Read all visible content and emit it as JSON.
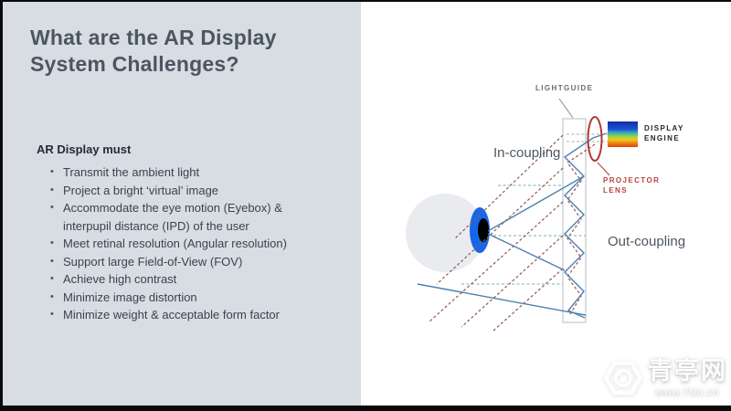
{
  "slide": {
    "title": "What are the AR Display System Challenges?",
    "list_header": "AR Display must",
    "bullets": [
      "Transmit the ambient light",
      "Project a bright ‘virtual’ image",
      "Accommodate the eye motion (Eyebox) & interpupil distance (IPD) of the user",
      "Meet retinal resolution (Angular resolution)",
      "Support large Field-of-View (FOV)",
      "Achieve high contrast",
      "Minimize image distortion",
      "Minimize weight & acceptable form factor"
    ]
  },
  "diagram": {
    "lightguide_label": "LIGHTGUIDE",
    "display_engine_label": "DISPLAY ENGINE",
    "projector_lens_label": "PROJECTOR LENS",
    "in_coupling_label": "In-coupling",
    "out_coupling_label": "Out-coupling",
    "colors": {
      "panel_gray": "#d8dde3",
      "title_text": "#4b5662",
      "ray_blue": "#4e7fb0",
      "ray_teal": "#8fc4b4",
      "ray_red_dashed": "#96544e",
      "lens_red": "#b03a30",
      "projector_label_red": "#b5443c",
      "iris_blue": "#1766e8"
    }
  },
  "watermark": {
    "site_name": "青亭网",
    "site_url": "www.7tin.cn"
  }
}
